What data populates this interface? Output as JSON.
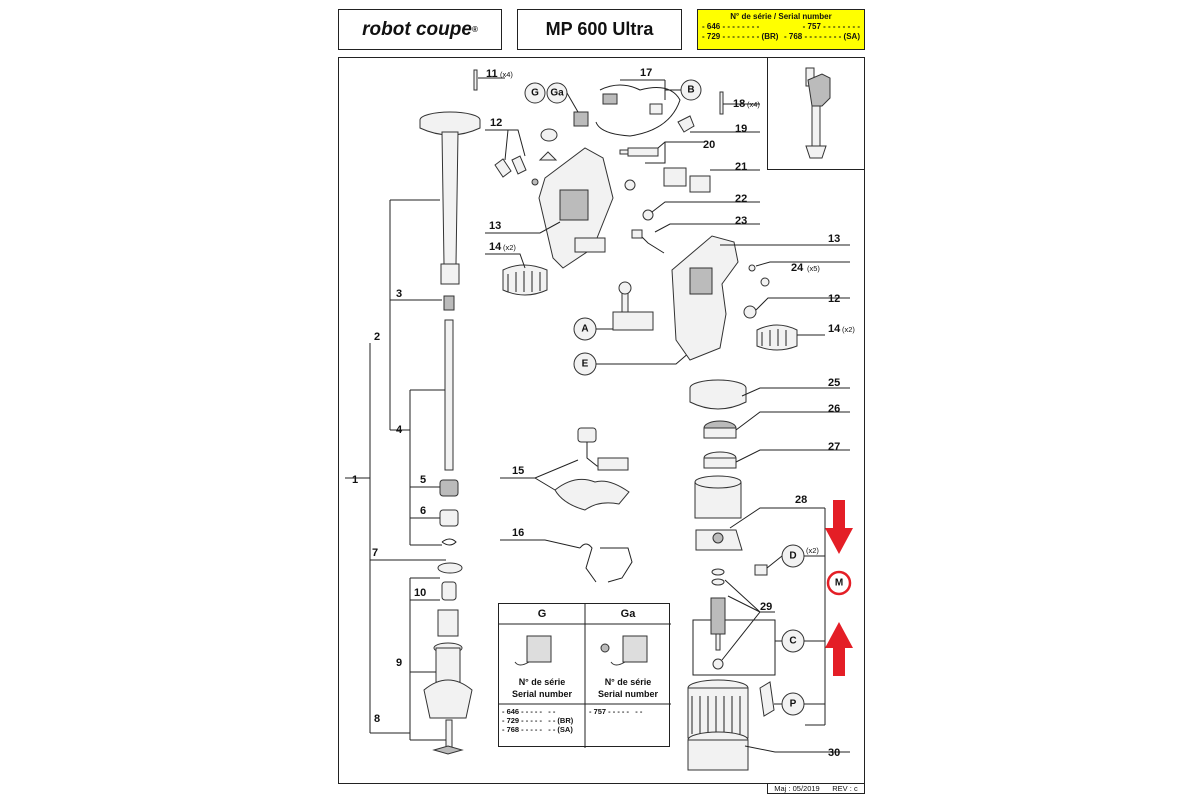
{
  "header": {
    "logo_text": "robot coupe",
    "model": "MP 600 Ultra",
    "serial_box": {
      "title": "N° de série / Serial number",
      "rows": [
        [
          "- 646 - - - - - -   - -",
          "- 757 - - - - - -   - -"
        ],
        [
          "- 729 - - - - - -   - - (BR)",
          "- 768 - - - - - -   - - (SA)"
        ]
      ]
    }
  },
  "callouts": {
    "G": "G",
    "Ga": "Ga",
    "B": "B",
    "A": "A",
    "E": "E",
    "D": "D",
    "M": "M",
    "C": "C",
    "P": "P"
  },
  "labels": {
    "n1": "1",
    "n2": "2",
    "n3": "3",
    "n4": "4",
    "n5": "5",
    "n6": "6",
    "n7": "7",
    "n8": "8",
    "n9": "9",
    "n10": "10",
    "n11": "11",
    "n12a": "12",
    "n12b": "12",
    "n13a": "13",
    "n13b": "13",
    "n14a": "14",
    "n14b": "14",
    "n15": "15",
    "n16": "16",
    "n17": "17",
    "n18": "18",
    "n19": "19",
    "n20": "20",
    "n21": "21",
    "n22": "22",
    "n23": "23",
    "n24": "24",
    "n25": "25",
    "n26": "26",
    "n27": "27",
    "n28": "28",
    "n29": "29",
    "n30": "30"
  },
  "multipliers": {
    "x4a": "(x4)",
    "x4b": "(x4)",
    "x2a": "(x2)",
    "x2b": "(x2)",
    "x5": "(x5)",
    "x2d": "(x2)"
  },
  "legend": {
    "col1": "G",
    "col2": "Ga",
    "caption": "N° de série\nSerial number",
    "col1_serials": "- 646 - - - - -   - -\n- 729 - - - - -   - - (BR)\n- 768 - - - - -   - - (SA)",
    "col2_serials": "- 757 - - - - -   - -"
  },
  "footer": {
    "maj": "Maj : 05/2019",
    "rev": "REV : c"
  },
  "colors": {
    "serial_bg": "#ffff00",
    "highlight": "#e41e26"
  }
}
